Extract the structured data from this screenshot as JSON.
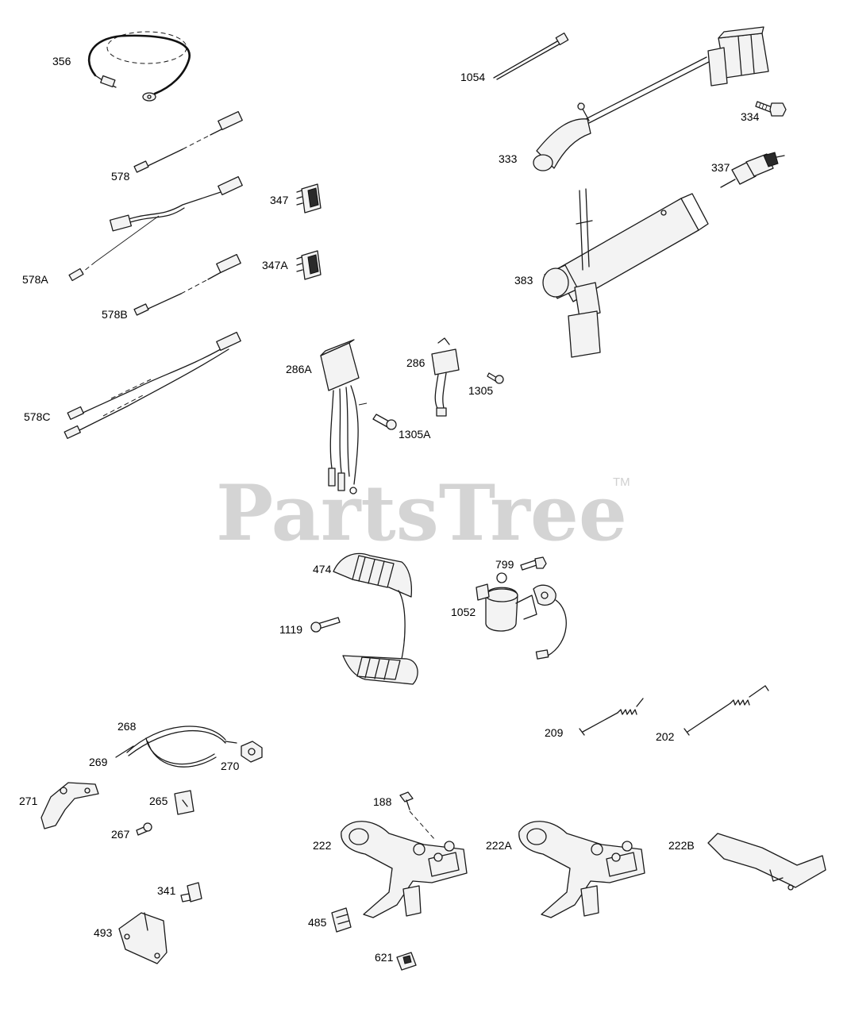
{
  "watermark": {
    "text": "PartsTree",
    "trademark": "TM"
  },
  "labels": {
    "p356": "356",
    "p578": "578",
    "p578A": "578A",
    "p578B": "578B",
    "p578C": "578C",
    "p347": "347",
    "p347A": "347A",
    "p286A": "286A",
    "p286": "286",
    "p1305": "1305",
    "p1305A": "1305A",
    "p1054": "1054",
    "p333": "333",
    "p334": "334",
    "p337": "337",
    "p383": "383",
    "p474": "474",
    "p1119": "1119",
    "p799": "799",
    "p1052": "1052",
    "p268": "268",
    "p269": "269",
    "p270": "270",
    "p271": "271",
    "p265": "265",
    "p267": "267",
    "p341": "341",
    "p493": "493",
    "p209": "209",
    "p202": "202",
    "p188": "188",
    "p222": "222",
    "p222A": "222A",
    "p222B": "222B",
    "p485": "485",
    "p621": "621"
  }
}
